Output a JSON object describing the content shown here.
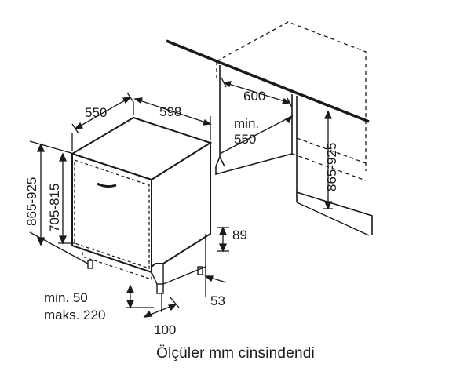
{
  "dims": {
    "niche_width": "600",
    "niche_depth_min": "min.",
    "niche_depth_val": "550",
    "niche_height": "865-925",
    "unit_depth": "550",
    "unit_width": "598",
    "unit_height": "865-925",
    "door_height": "705-815",
    "plinth_height": "89",
    "plinth_depth": "53",
    "foot_min": "min. 50",
    "foot_max": "maks. 220",
    "foot_offset": "100"
  },
  "caption": "Ölçüler mm cinsindendi"
}
